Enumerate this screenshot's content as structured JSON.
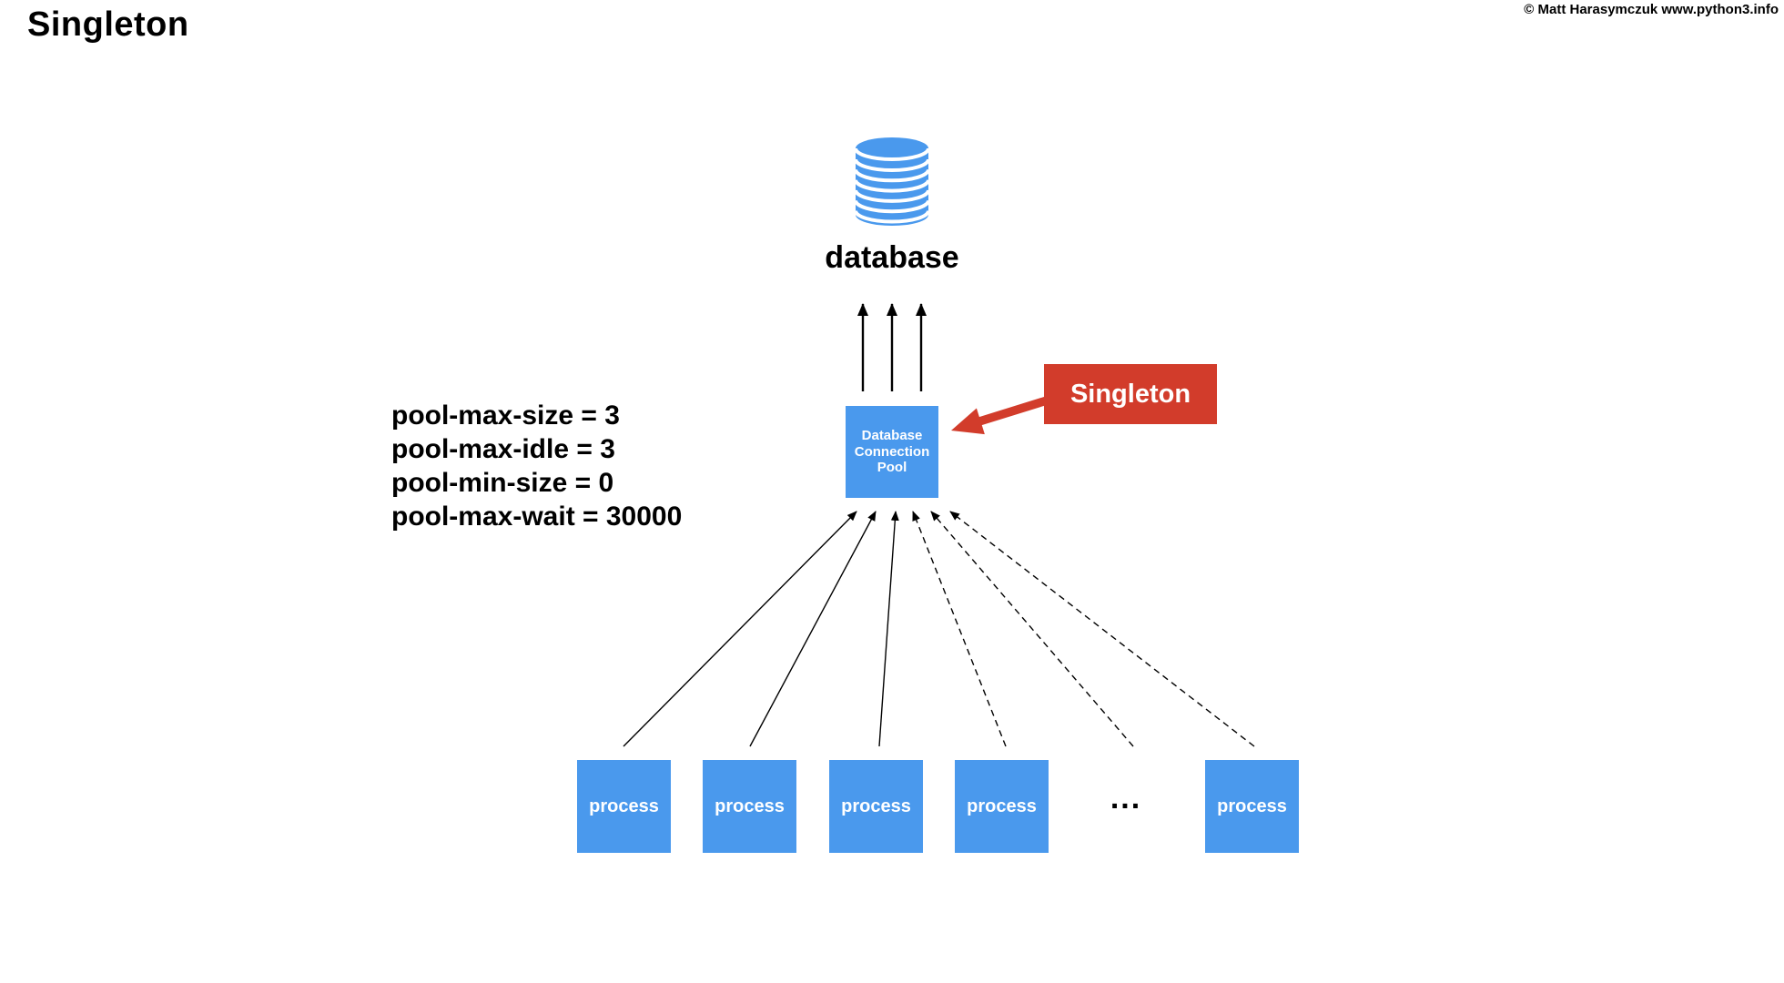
{
  "title": "Singleton",
  "copyright": "© Matt Harasymczuk www.python3.info",
  "database": {
    "icon": "database-cylinder-icon",
    "label": "database"
  },
  "pool_params": {
    "lines": [
      "pool-max-size = 3",
      "pool-max-idle = 3",
      "pool-min-size = 0",
      "pool-max-wait = 30000"
    ]
  },
  "pool_box": {
    "lines": [
      "Database",
      "Connection",
      "Pool"
    ]
  },
  "annotation": {
    "label": "Singleton"
  },
  "processes": {
    "labels": [
      "process",
      "process",
      "process",
      "process",
      "process"
    ],
    "ellipsis": "..."
  },
  "connections": {
    "pool_to_database_arrows": 3,
    "process_to_pool_solid_arrows": 3,
    "process_to_pool_dashed_arrows": 3
  },
  "colors": {
    "blue": "#4A99ED",
    "red": "#D23C2B",
    "arrow": "#000000",
    "background": "#FFFFFF"
  }
}
